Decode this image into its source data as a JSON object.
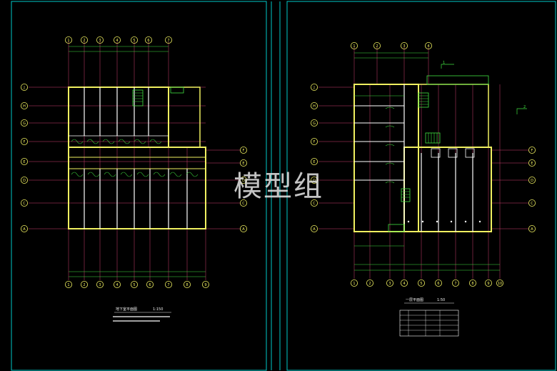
{
  "watermark": "模型组",
  "colors": {
    "background": "#000000",
    "sheet_border": "#00c8c8",
    "grid_line": "#d04070",
    "wall": "#f0f060",
    "partition": "#ffffff",
    "dimension": "#40e040",
    "axis_bubble": "#f0f060",
    "stair": "#40e040",
    "text": "#f0f0f0"
  },
  "left_sheet": {
    "top_axes": [
      "1",
      "2",
      "3",
      "4",
      "5",
      "6",
      "7"
    ],
    "bottom_axes": [
      "1",
      "2",
      "3",
      "4",
      "5",
      "6",
      "7",
      "8",
      "9"
    ],
    "left_axes": [
      "J",
      "H",
      "G",
      "F",
      "E",
      "D",
      "C",
      "A"
    ],
    "right_axes": [
      "F",
      "E",
      "D",
      "C",
      "A"
    ],
    "title": "地下室平面图",
    "scale": "1:150"
  },
  "right_sheet": {
    "top_axes": [
      "1",
      "2",
      "3",
      "4"
    ],
    "bottom_axes": [
      "1",
      "2",
      "3",
      "4",
      "5",
      "6",
      "7",
      "8",
      "9",
      "10"
    ],
    "left_axes": [
      "J",
      "H",
      "G",
      "F",
      "E",
      "D",
      "C",
      "A"
    ],
    "right_axes": [
      "F",
      "E",
      "D",
      "C",
      "A"
    ],
    "title": "一层平面图",
    "scale": "1:50",
    "callout_1": "1",
    "callout_2": "2"
  }
}
